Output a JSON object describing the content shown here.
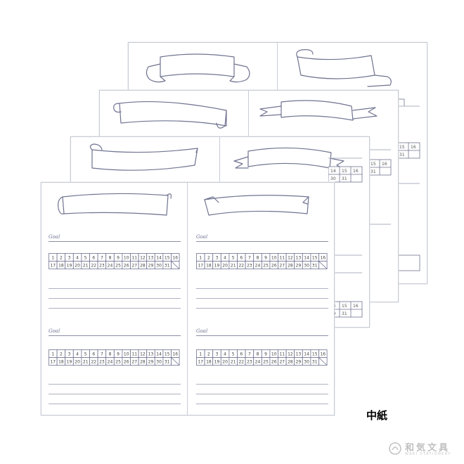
{
  "caption": "中紙",
  "brand": {
    "name": "和気文具",
    "sub": "WAKI STATIONERY"
  },
  "page": {
    "goal_label": "Goal",
    "tracker_row1": [
      "1",
      "2",
      "3",
      "4",
      "5",
      "6",
      "7",
      "8",
      "9",
      "10",
      "11",
      "12",
      "13",
      "14",
      "15",
      "16"
    ],
    "tracker_row2": [
      "17",
      "18",
      "19",
      "20",
      "21",
      "22",
      "23",
      "24",
      "25",
      "26",
      "27",
      "28",
      "29",
      "30",
      "31",
      ""
    ]
  },
  "colors": {
    "ink": "#6f7390",
    "rule": "#aeb1c2",
    "goal_rule": "#8a8ea6",
    "border": "#c9ccd6"
  }
}
